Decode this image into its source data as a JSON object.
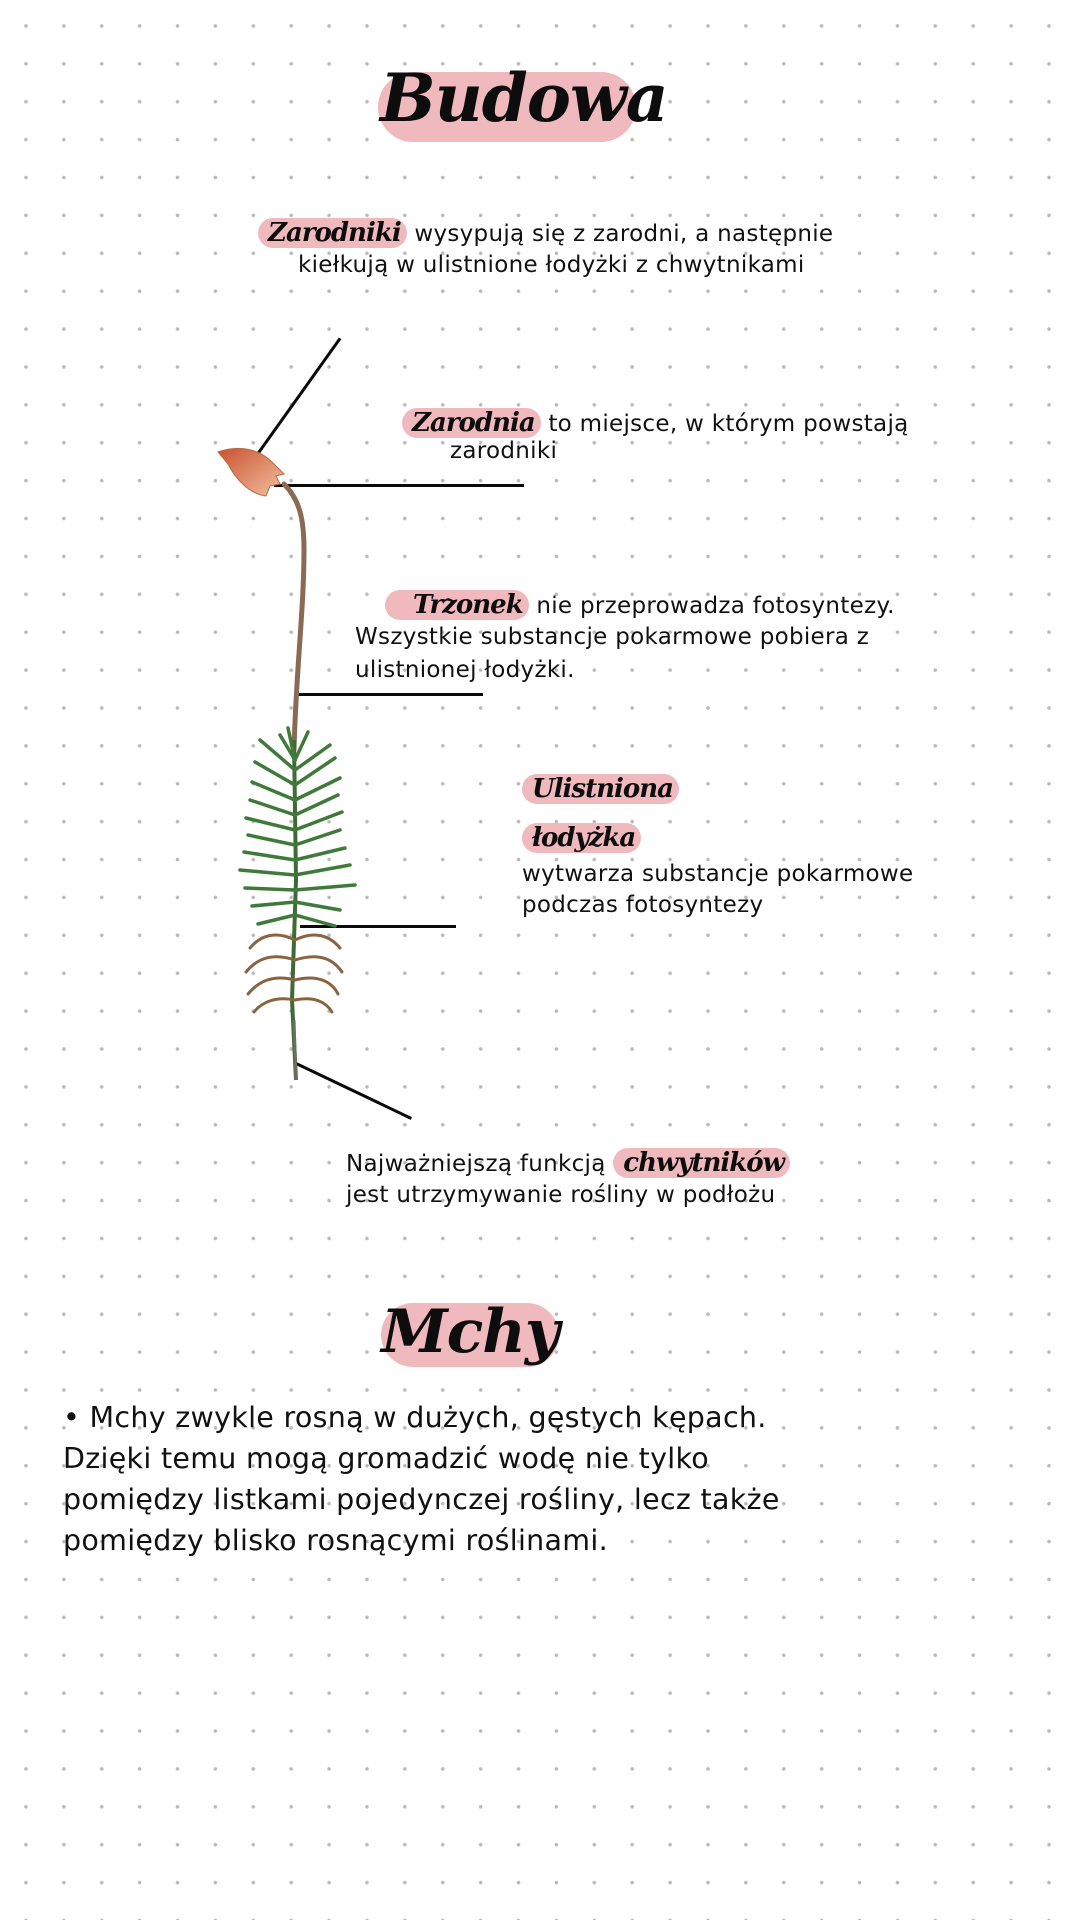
{
  "headings": {
    "budowa": "Budowa",
    "mchy": "Mchy"
  },
  "colors": {
    "highlight": "#f0b9be",
    "text": "#111111",
    "dots": "#b9b9b9",
    "capsule": "#d9744a",
    "stalk": "#8a6a55",
    "leaf": "#3f7a3a",
    "rhizoid": "#8a6440"
  },
  "annotations": {
    "zarodniki": {
      "term": "Zarodniki",
      "line1": "wysypują się z zarodni, a następnie",
      "line2": "kiełkują w ulistnione łodyżki z chwytnikami"
    },
    "zarodnia": {
      "term": "Zarodnia",
      "line1": "to miejsce, w którym powstają",
      "line2": "zarodniki"
    },
    "trzonek": {
      "term": "Trzonek",
      "line1": "nie przeprowadza fotosyntezy.",
      "line2": "Wszystkie substancje pokarmowe pobiera z",
      "line3": "ulistnionej łodyżki."
    },
    "lodyzka": {
      "term_line1": "Ulistniona",
      "term_line2": "łodyżka",
      "line1": "wytwarza substancje pokarmowe",
      "line2": "podczas fotosyntezy"
    },
    "chwytniki": {
      "prefix": "Najważniejszą funkcją",
      "term": "chwytników",
      "line2": "jest utrzymywanie rośliny w podłożu"
    }
  },
  "mchy_section": {
    "bullet": "•",
    "lines": [
      "Mchy zwykle rosną w dużych, gęstych kępach.",
      "Dzięki temu mogą gromadzić wodę nie tylko",
      "pomiędzy listkami pojedynczej rośliny, lecz także",
      "pomiędzy blisko rosnącymi roślinami."
    ]
  },
  "illustration": {
    "icon": "moss-plant-illustration"
  }
}
